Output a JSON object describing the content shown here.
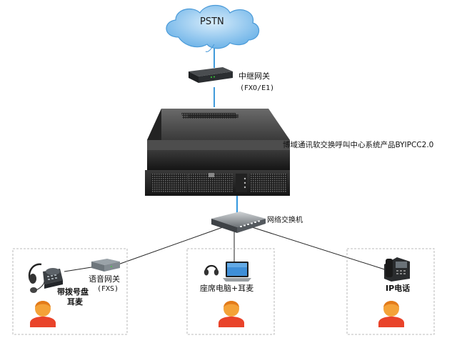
{
  "network": {
    "cloud_label": "PSTN",
    "trunk_gateway": {
      "name": "中继网关",
      "type": "(FXO/E1)"
    },
    "server_label": "博域通讯软交换呼叫中心系统产品BYIPCC2.0",
    "switch_label": "网络交换机",
    "voice_gateway": {
      "name": "语音网关",
      "type": "(FXS)"
    },
    "stations": [
      {
        "label_line1": "带拨号盘",
        "label_line2": "耳麦"
      },
      {
        "label": "座席电脑+耳麦"
      },
      {
        "label": "IP电话"
      }
    ]
  },
  "colors": {
    "trunk_link": "#2a8fd6",
    "switch_link": "#3a9be0",
    "lan_link": "#222222",
    "zone_border": "#a9a9a9",
    "cloud_fill": "#8ec5ee",
    "server_body": "#2b2b2b",
    "person_face": "#f4a238",
    "person_body": "#e9432a"
  }
}
